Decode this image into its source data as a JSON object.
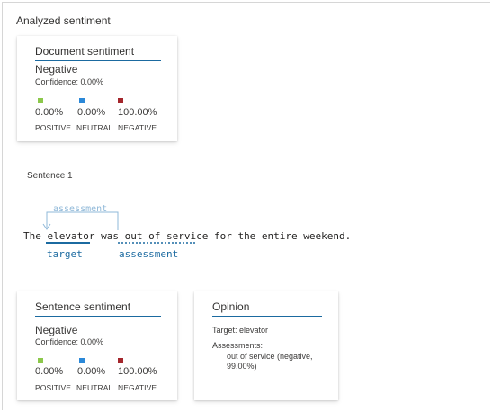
{
  "panel": {
    "heading": "Analyzed sentiment"
  },
  "document_card": {
    "title": "Document sentiment",
    "label": "Negative",
    "confidence": "Confidence: 0.00%",
    "scores": [
      {
        "value": "0.00%",
        "caption": "POSITIVE",
        "color": "#8cc84b"
      },
      {
        "value": "0.00%",
        "caption": "NEUTRAL",
        "color": "#2b88d8"
      },
      {
        "value": "100.00%",
        "caption": "NEGATIVE",
        "color": "#a4262c"
      }
    ]
  },
  "sentence": {
    "label": "Sentence 1",
    "parts": {
      "p1": "The ",
      "target": "elevator",
      "p2": " was ",
      "assessment": "out of service",
      "p3": " for the entire weekend."
    },
    "arc_label": "assessment",
    "target_tag": "target",
    "assessment_tag": "assessment",
    "target_color": "#1b6aa0"
  },
  "sentence_card": {
    "title": "Sentence sentiment",
    "label": "Negative",
    "confidence": "Confidence: 0.00%",
    "scores": [
      {
        "value": "0.00%",
        "caption": "POSITIVE",
        "color": "#8cc84b"
      },
      {
        "value": "0.00%",
        "caption": "NEUTRAL",
        "color": "#2b88d8"
      },
      {
        "value": "100.00%",
        "caption": "NEGATIVE",
        "color": "#a4262c"
      }
    ]
  },
  "opinion_card": {
    "title": "Opinion",
    "target": "Target: elevator",
    "assessments_label": "Assessments:",
    "assessment_line1": "out of service (negative,",
    "assessment_line2": "99.00%)"
  }
}
